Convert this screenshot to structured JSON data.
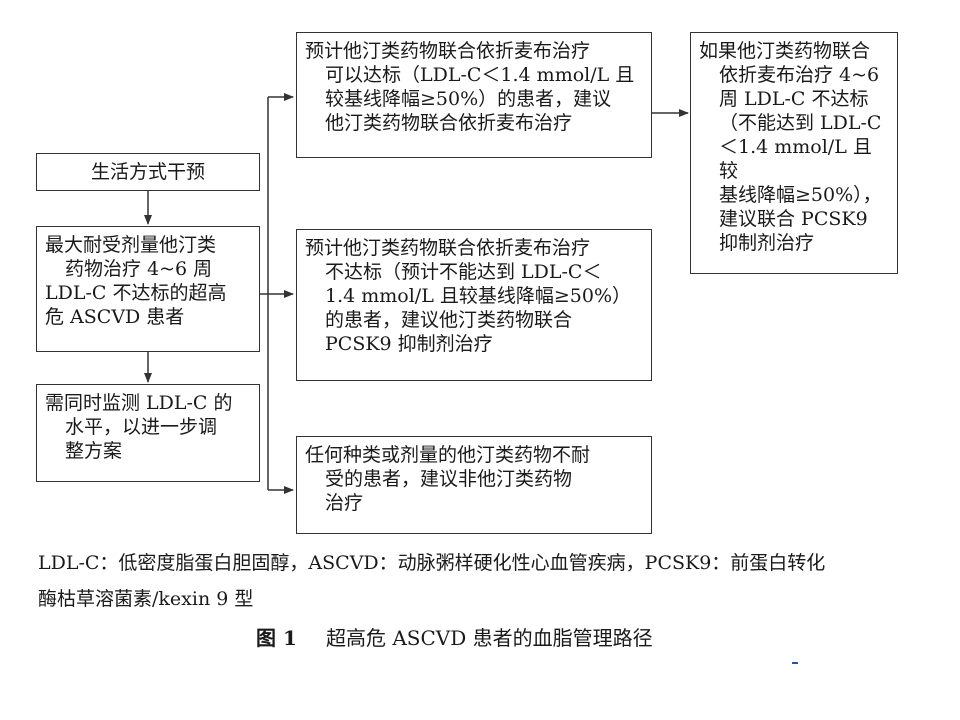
{
  "flow": {
    "box_lifestyle": "生活方式干预",
    "box_patient": [
      "最大耐受剂量他汀类",
      "药物治疗 4~6 周",
      "LDL-C 不达标的超高",
      "危 ASCVD 患者"
    ],
    "box_monitor": [
      "需同时监测 LDL-C 的",
      "水平，以进一步调",
      "整方案"
    ],
    "box_option1": [
      "预计他汀类药物联合依折麦布治疗",
      "可以达标（LDL-C＜1.4 mmol/L 且",
      "较基线降幅≥50%）的患者，建议",
      "他汀类药物联合依折麦布治疗"
    ],
    "box_option2": [
      "预计他汀类药物联合依折麦布治疗",
      "不达标（预计不能达到 LDL-C＜",
      "1.4 mmol/L 且较基线降幅≥50%）",
      "的患者，建议他汀类药物联合",
      "PCSK9 抑制剂治疗"
    ],
    "box_option3": [
      "任何种类或剂量的他汀类药物不耐",
      "受的患者，建议非他汀类药物",
      "治疗"
    ],
    "box_followup": [
      "如果他汀类药物联合",
      "依折麦布治疗 4~6",
      "周 LDL-C 不达标",
      "（不能达到 LDL-C",
      "＜1.4 mmol/L 且较",
      "基线降幅≥50%），",
      "建议联合 PCSK9",
      "抑制剂治疗"
    ]
  },
  "caption": {
    "abbrev_line1": "LDL-C：低密度脂蛋白胆固醇，ASCVD：动脉粥样硬化性心血管疾病，PCSK9：前蛋白转化",
    "abbrev_line2": "酶枯草溶菌素/kexin 9 型",
    "figure_label": "图 1",
    "figure_title": "超高危 ASCVD 患者的血脂管理路径"
  }
}
